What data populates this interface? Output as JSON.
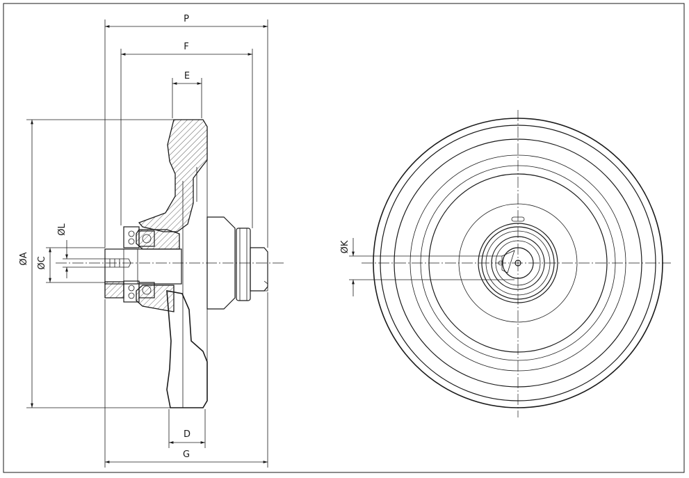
{
  "dimensions": {
    "P": "P",
    "F": "F",
    "E": "E",
    "D": "D",
    "G": "G",
    "A": "ØA",
    "C": "ØC",
    "L": "ØL",
    "K": "ØK"
  }
}
